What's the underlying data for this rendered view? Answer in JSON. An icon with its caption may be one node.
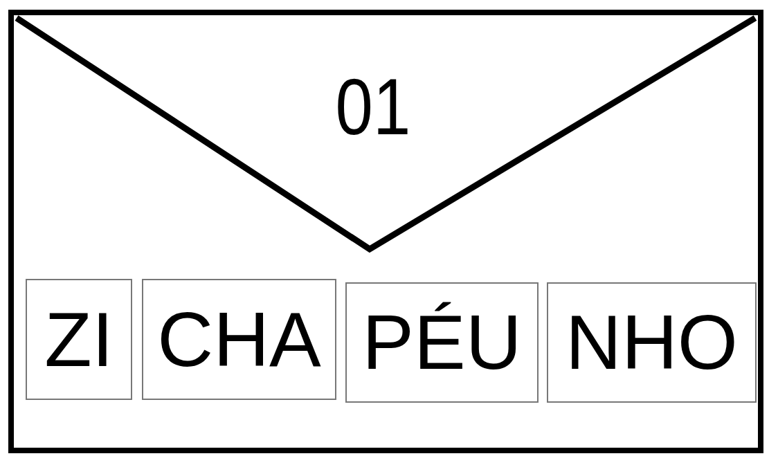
{
  "diagram": {
    "nodes": [
      {
        "text": [
          "01"
        ]
      },
      {
        "text": [
          "ZI"
        ],
        "in": 0
      },
      {
        "text": [
          "CHA"
        ],
        "in": 0
      },
      {
        "text": [
          "PÉU"
        ],
        "in": 0
      },
      {
        "text": [
          "NHO"
        ],
        "in": 0
      }
    ]
  }
}
